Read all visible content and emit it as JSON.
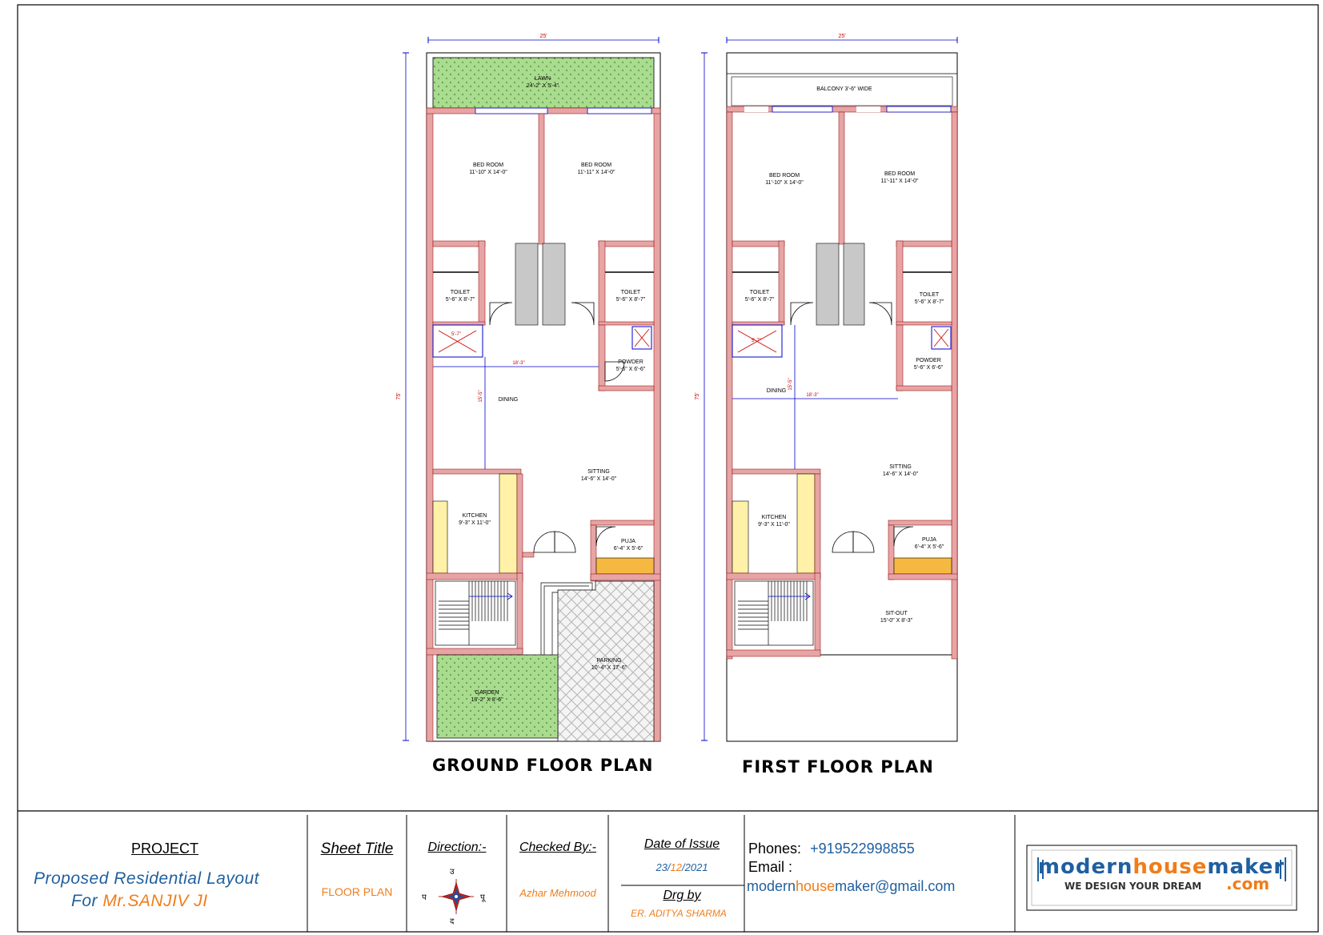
{
  "ground_floor": {
    "title": "GROUND FLOOR PLAN",
    "width_dim": "25'",
    "height_dim": "75'",
    "rooms": {
      "lawn": {
        "name": "LAWN",
        "size": "24'-2\" X 5'-4\""
      },
      "bed1": {
        "name": "BED ROOM",
        "size": "11'-10\" X 14'-0\""
      },
      "bed2": {
        "name": "BED ROOM",
        "size": "11'-11\" X 14'-0\""
      },
      "toilet1": {
        "name": "TOILET",
        "size": "5'-6\" X 8'-7\""
      },
      "toilet2": {
        "name": "TOILET",
        "size": "5'-6\" X 8'-7\""
      },
      "powder": {
        "name": "POWDER",
        "size": "5'-6\" X 6'-6\""
      },
      "dining": {
        "name": "DINING"
      },
      "sitting": {
        "name": "SITTING",
        "size": "14'-6\" X 14'-0\""
      },
      "kitchen": {
        "name": "KITCHEN",
        "size": "9'-3\" X 11'-0\""
      },
      "puja": {
        "name": "PUJA",
        "size": "6'-4\" X 5'-6\""
      },
      "parking": {
        "name": "PARKING",
        "size": "10'-4\" X 17'-6\""
      },
      "garden": {
        "name": "GARDEN",
        "size": "13'-2\" X 8'-6\""
      }
    },
    "dims": {
      "horizontal": "18'-3\"",
      "vertical": "15'-5\"",
      "small": "5'-7\""
    }
  },
  "first_floor": {
    "title": "FIRST FLOOR PLAN",
    "width_dim": "25'",
    "height_dim": "75'",
    "rooms": {
      "balcony": {
        "name": "BALCONY 3'-6\" WIDE"
      },
      "bed1": {
        "name": "BED ROOM",
        "size": "11'-10\" X 14'-0\""
      },
      "bed2": {
        "name": "BED ROOM",
        "size": "11'-11\" X 14'-0\""
      },
      "toilet1": {
        "name": "TOILET",
        "size": "5'-6\" X 8'-7\""
      },
      "toilet2": {
        "name": "TOILET",
        "size": "5'-6\" X 8'-7\""
      },
      "powder": {
        "name": "POWDER",
        "size": "5'-6\" X 6'-6\""
      },
      "dining": {
        "name": "DINING"
      },
      "sitting": {
        "name": "SITTING",
        "size": "14'-6\" X 14'-0\""
      },
      "kitchen": {
        "name": "KITCHEN",
        "size": "9'-3\" X 11'-0\""
      },
      "puja": {
        "name": "PUJA",
        "size": "6'-4\" X 5'-6\""
      },
      "sitout": {
        "name": "SIT-OUT",
        "size": "15'-0\" X 8'-3\""
      }
    },
    "dims": {
      "horizontal": "18'-3\"",
      "vertical": "15'-5\"",
      "small": "5'-7\""
    }
  },
  "title_block": {
    "project_heading": "PROJECT",
    "project_line1": "Proposed Residential Layout",
    "project_for": "For",
    "client_name": "Mr.SANJIV JI",
    "sheet_title_heading": "Sheet Title",
    "sheet_title_value": "FLOOR PLAN",
    "direction_heading": "Direction:-",
    "compass": {
      "north": "उ",
      "south": "द",
      "east": "पू",
      "west": "प"
    },
    "checked_heading": "Checked By:-",
    "checked_value": "Azhar Mehmood",
    "date_heading": "Date of Issue",
    "date_day": "23",
    "date_sep": "/",
    "date_month": "12",
    "date_year": "2021",
    "drg_heading": "Drg by",
    "drg_value": "ER. ADITYA SHARMA",
    "phones_label": "Phones:",
    "phone_value": "+919522998855",
    "email_label": "Email :",
    "email_pre": "modern",
    "email_house": "house",
    "email_post": "maker@gmail.com",
    "logo_modern": "modern",
    "logo_house": "house",
    "logo_maker": "maker",
    "logo_tagline": "WE DESIGN YOUR DREAM",
    "logo_com": ".com"
  },
  "colors": {
    "wall": "#e8a4a4",
    "wall_stroke": "#8b0000",
    "lawn": "#a9dc8e",
    "yellow_counter": "#fff2a8",
    "orange_counter": "#f5b942",
    "grey_wardrobe": "#c8c8c8",
    "dimension": "#0000cc",
    "orange_text": "#f07d1a",
    "blue_text": "#1f5f9f"
  }
}
